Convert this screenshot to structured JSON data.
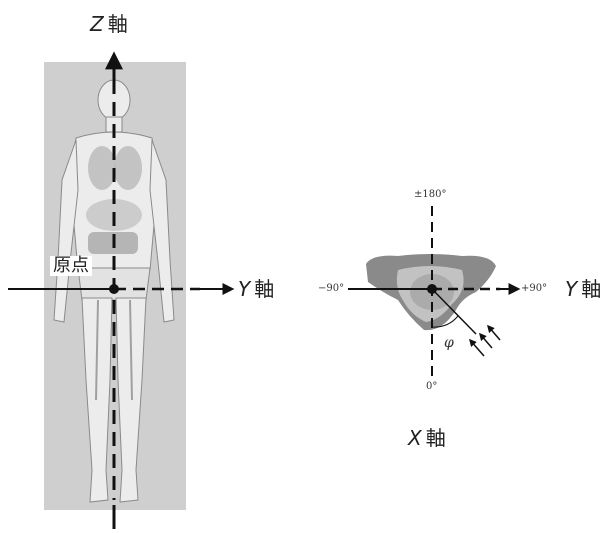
{
  "figure": {
    "left": {
      "z_axis": {
        "symbol": "Z",
        "name": "軸"
      },
      "y_axis": {
        "symbol": "Y",
        "name": "軸"
      },
      "origin": "原点"
    },
    "right": {
      "top_angle": "±180°",
      "left_angle": "−90°",
      "right_angle": "+90°",
      "bottom_angle": "0°",
      "phi": "φ",
      "y_axis": {
        "symbol": "Y",
        "name": "軸"
      },
      "x_axis": {
        "symbol": "X",
        "name": "軸"
      }
    }
  },
  "colors": {
    "axis": "#111111",
    "body_fill": "#e6e6e6",
    "body_panel": "#cfcfcf",
    "pelvis_dark": "#777777",
    "pelvis_light": "#bbbbbb"
  }
}
